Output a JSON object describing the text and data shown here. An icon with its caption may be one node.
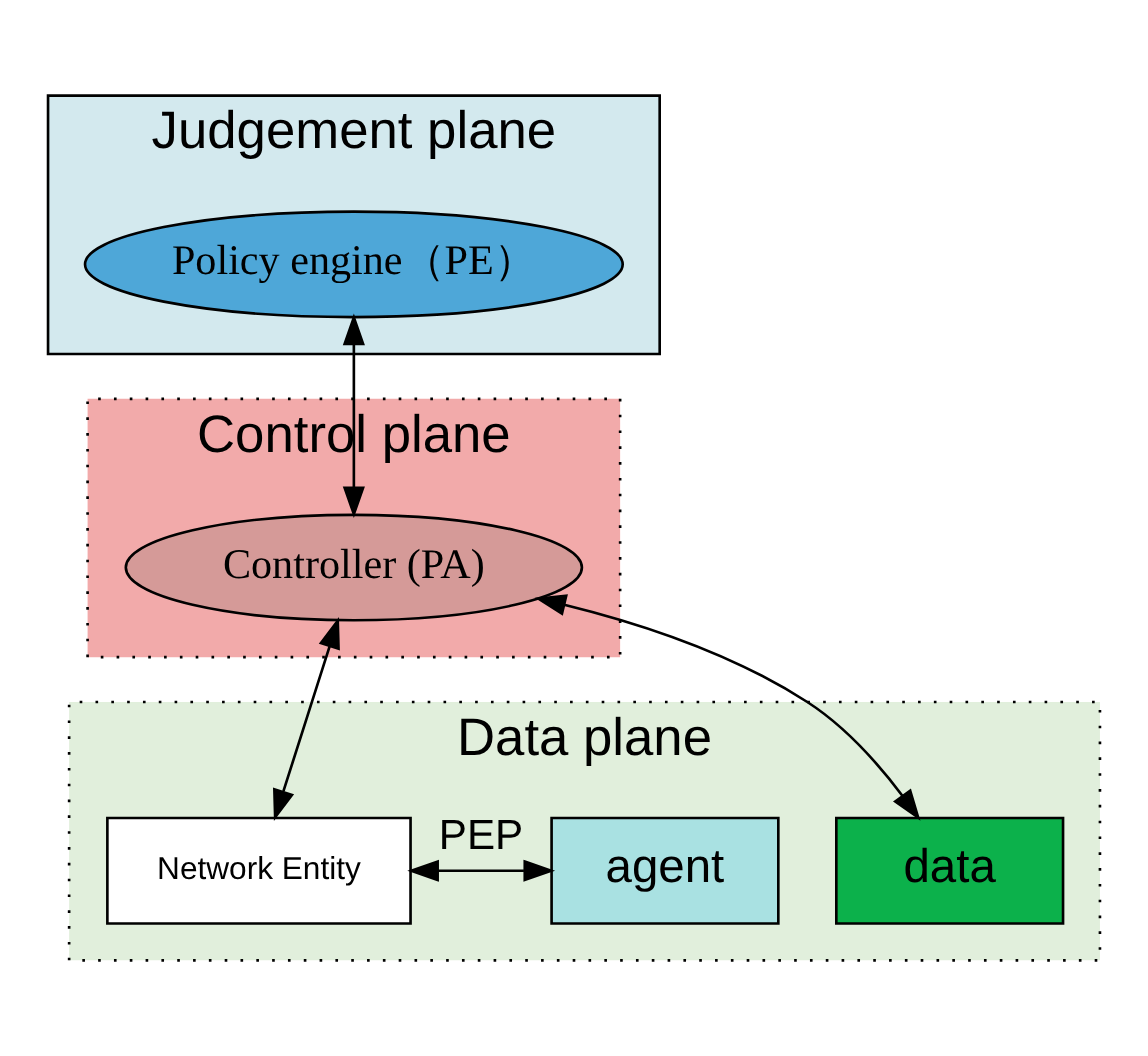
{
  "diagram": {
    "nodes": [
      {
        "text": [
          "Judgement plane"
        ]
      },
      {
        "text": [
          "Policy engine（PE）"
        ],
        "in": 0
      },
      {
        "text": [
          "Control plane"
        ]
      },
      {
        "text": [
          "Controller (PA)"
        ],
        "in": 2
      },
      {
        "text": [
          "Data plane"
        ]
      },
      {
        "text": [
          "Network Entity"
        ],
        "in": 4
      },
      {
        "text": [
          "agent"
        ],
        "in": 4
      },
      {
        "text": [
          "data"
        ],
        "in": 4
      }
    ],
    "edges": [
      {
        "from": 1,
        "to": 3,
        "arrow": "both"
      },
      {
        "from": 3,
        "to": 5,
        "arrow": "both"
      },
      {
        "from": 3,
        "to": 7,
        "arrow": "both"
      },
      {
        "from": 5,
        "to": 6,
        "arrow": "both",
        "label": "PEP"
      }
    ]
  }
}
